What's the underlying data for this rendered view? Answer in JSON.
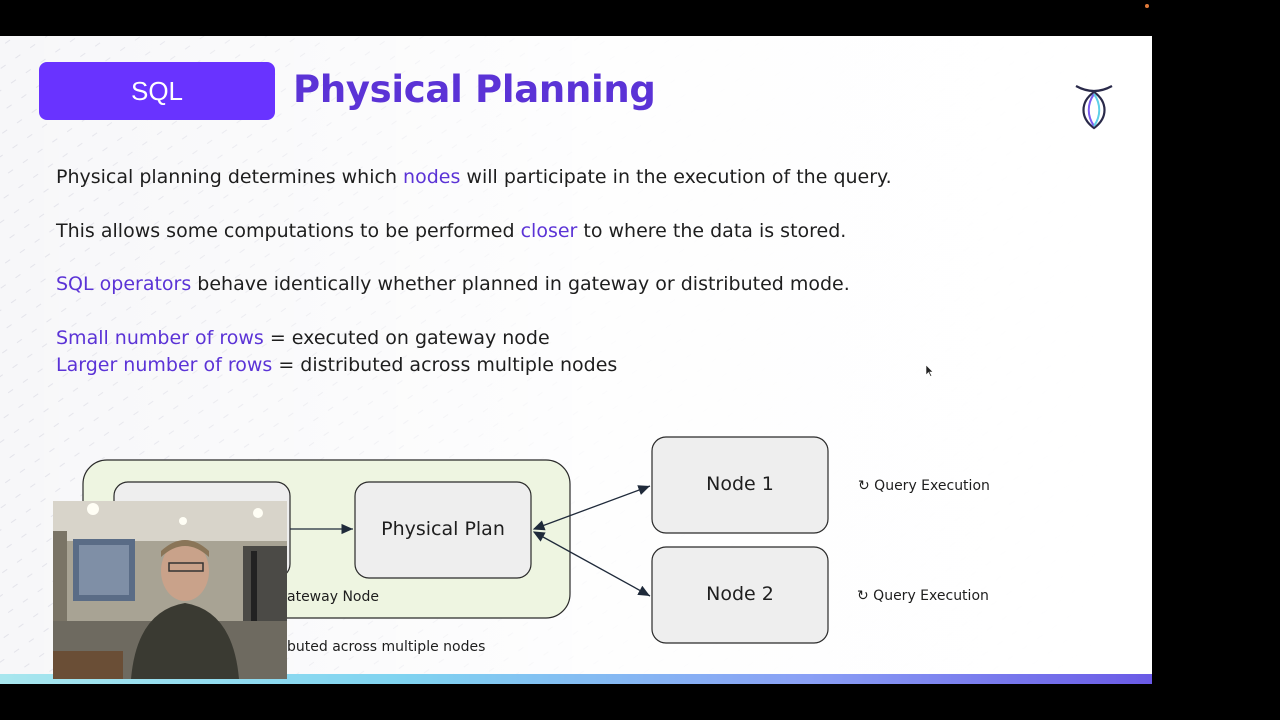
{
  "slide": {
    "pill": "SQL",
    "title": "Physical Planning",
    "p1": {
      "a": "Physical planning determines which ",
      "b": "nodes",
      "c": " will participate in the execution of the query."
    },
    "p2": {
      "a": "This allows some computations to be performed ",
      "b": "closer",
      "c": " to where the data is stored."
    },
    "p3": {
      "a": "SQL operators",
      "b": " behave identically whether planned in gateway or distributed mode."
    },
    "p4": {
      "a": "Small number of rows",
      "b": " = executed on gateway node"
    },
    "p5": {
      "a": "Larger number of rows",
      "b": " = distributed across multiple nodes"
    }
  },
  "diagram": {
    "physical_plan": "Physical Plan",
    "gateway_node_label": "ateway Node",
    "distributed_caption": "buted across multiple nodes",
    "node1": "Node 1",
    "node2": "Node 2",
    "exec1": "↻ Query Execution",
    "exec2": "↻ Query Execution"
  },
  "colors": {
    "accent": "#6933ff",
    "title": "#5b33d6",
    "gateway_fill": "#eef5e1",
    "node_fill": "#eeeeee"
  }
}
